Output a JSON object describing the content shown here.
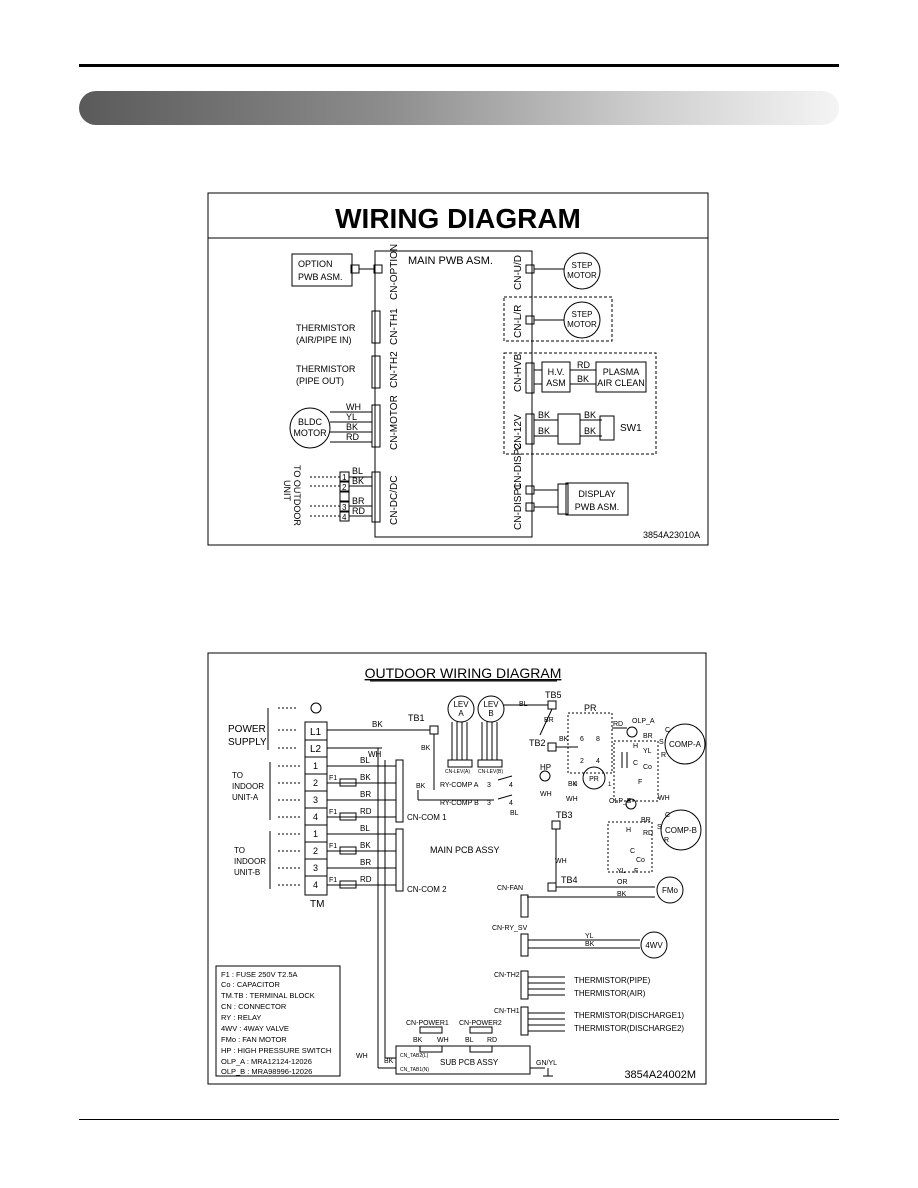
{
  "indoor": {
    "title": "WIRING DIAGRAM",
    "main_board": "MAIN PWB ASM.",
    "option_board": [
      "OPTION",
      "PWB ASM."
    ],
    "thermistor_1": [
      "THERMISTOR",
      "(AIR/PIPE IN)"
    ],
    "thermistor_2": [
      "THERMISTOR",
      "(PIPE OUT)"
    ],
    "bldc_motor": [
      "BLDC",
      "MOTOR"
    ],
    "motor_wires": [
      "WH",
      "YL",
      "BK",
      "RD"
    ],
    "outdoor_wires": [
      "BL",
      "BK",
      "BR",
      "RD"
    ],
    "terminal_numbers": [
      "1",
      "2",
      "3",
      "4"
    ],
    "to_outdoor_unit": [
      "TO OUTDOOR",
      "UNIT"
    ],
    "connectors": [
      "CN-OPTION",
      "CN-TH1",
      "CN-TH2",
      "CN-MOTOR",
      "CN-DC/DC",
      "CN-U/D",
      "CN-L/R",
      "CN-HVB",
      "CN-12V",
      "CN-DISP1",
      "CN-DISP2"
    ],
    "step_motor": [
      "STEP",
      "MOTOR"
    ],
    "hv_asm": [
      "H.V.",
      "ASM"
    ],
    "plasma": [
      "PLASMA",
      "AIR CLEAN"
    ],
    "hv_wires": [
      "RD",
      "BK"
    ],
    "sw_wires": [
      "BK",
      "BK",
      "BK",
      "BK"
    ],
    "switch": "SW1",
    "display_board": [
      "DISPLAY",
      "PWB ASM."
    ],
    "part_no": "3854A23010A"
  },
  "outdoor": {
    "title": "OUTDOOR WIRING DIAGRAM",
    "power_supply": [
      "POWER",
      "SUPPLY"
    ],
    "power_terminals": [
      "L1",
      "L2"
    ],
    "power_wires": [
      "BK",
      "WH"
    ],
    "unit_a": [
      "TO",
      "INDOOR",
      "UNIT-A"
    ],
    "unit_b": [
      "TO",
      "INDOOR",
      "UNIT-B"
    ],
    "terminal_numbers": [
      "1",
      "2",
      "3",
      "4"
    ],
    "com_wires": [
      "BL",
      "BK",
      "BR",
      "RD"
    ],
    "fuse": "F1",
    "tm": "TM",
    "cn_com1": "CN-COM 1",
    "cn_com2": "CN-COM 2",
    "main_pcb": "MAIN PCB ASSY",
    "tb": [
      "TB1",
      "TB2",
      "TB3",
      "TB4",
      "TB5"
    ],
    "lev_a": [
      "LEV",
      "A"
    ],
    "lev_b": [
      "LEV",
      "B"
    ],
    "cn_lev_a": "CN-LEV(A)",
    "cn_lev_b": "CN-LEV(B)",
    "ry_comp_a": "RY-COMP A",
    "ry_comp_b": "RY-COMP B",
    "relay_pins": [
      "3",
      "4"
    ],
    "pr": "PR",
    "pr_pins": [
      "6",
      "8",
      "2",
      "4",
      "0",
      "1"
    ],
    "hp": "HP",
    "olp_a": "OLP_A",
    "olp_b": "OLP_B",
    "comp_a": "COMP-A",
    "comp_b": "COMP-B",
    "comp_terminals": [
      "C",
      "S",
      "R"
    ],
    "cap": "Co",
    "cap_leads": [
      "H",
      "C",
      "F"
    ],
    "wire_labels": [
      "BL",
      "BR",
      "RD",
      "BK",
      "WH",
      "YL",
      "OR"
    ],
    "fan_motor": "FMo",
    "cn_fan": "CN-FAN",
    "cn_ry_sv": "CN-RY_SV",
    "valve": "4WV",
    "cn_th2": "CN-TH2",
    "cn_th1": "CN-TH1",
    "thermistors": [
      "THERMISTOR(PIPE)",
      "THERMISTOR(AIR)",
      "THERMISTOR(DISCHARGE1)",
      "THERMISTOR(DISCHARGE2)"
    ],
    "cn_power1": "CN-POWER1",
    "cn_power2": "CN-POWER2",
    "sub_pcb": "SUB PCB ASSY",
    "cn_tab2": "CN_TAB2(L)",
    "cn_tab1": "CN_TAB1(N)",
    "gn_yl": "GN/YL",
    "legend": [
      "F1 : FUSE 250V  T2.5A",
      "Co : CAPACITOR",
      "TM.TB : TERMINAL BLOCK",
      "CN : CONNECTOR",
      "RY : RELAY",
      "4WV : 4WAY VALVE",
      "FMo : FAN MOTOR",
      "HP : HIGH PRESSURE SWITCH",
      "OLP_A : MRA12124-12026",
      "OLP_B : MRA98996-12026"
    ],
    "part_no": "3854A24002M"
  }
}
